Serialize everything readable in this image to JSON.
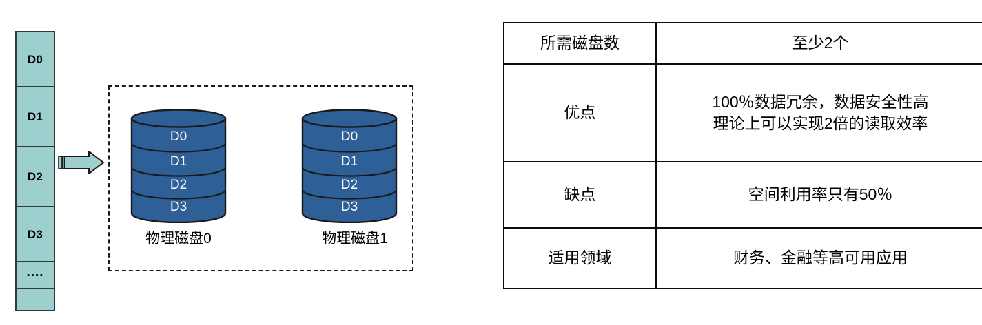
{
  "logical_column": {
    "name": "logical-data-blocks",
    "fill_color": "#9ecfcf",
    "border_color": "#2f3b3b",
    "cells": [
      {
        "label": "D0"
      },
      {
        "label": "D1"
      },
      {
        "label": "D2"
      },
      {
        "label": "D3"
      },
      {
        "label": "...."
      },
      {
        "label": ""
      }
    ]
  },
  "arrow": {
    "name": "write-flow-arrow",
    "direction": "right",
    "fill_color": "#9ecfcf",
    "stroke_color": "#1a1a1a"
  },
  "array_boundary": {
    "name": "raid1-array-boundary",
    "style": "dashed",
    "color": "#1a1a1a"
  },
  "disks": [
    {
      "name": "physical-disk-0",
      "caption": "物理磁盘0",
      "fill_color": "#2e5f96",
      "stroke_color": "#1a1a1a",
      "slots": [
        "D0",
        "D1",
        "D2",
        "D3"
      ]
    },
    {
      "name": "physical-disk-1",
      "caption": "物理磁盘1",
      "fill_color": "#2e5f96",
      "stroke_color": "#1a1a1a",
      "slots": [
        "D0",
        "D1",
        "D2",
        "D3"
      ]
    }
  ],
  "spec_table": {
    "name": "raid1-spec-table",
    "border_color": "#0d0d0d",
    "rows": [
      {
        "label": "所需磁盘数",
        "value_lines": [
          "至少2个"
        ]
      },
      {
        "label": "优点",
        "value_lines": [
          "100％数据冗余，数据安全性高",
          "理论上可以实现2倍的读取效率"
        ]
      },
      {
        "label": "缺点",
        "value_lines": [
          "空间利用率只有50％"
        ]
      },
      {
        "label": "适用领域",
        "value_lines": [
          "财务、金融等高可用应用"
        ]
      }
    ]
  }
}
